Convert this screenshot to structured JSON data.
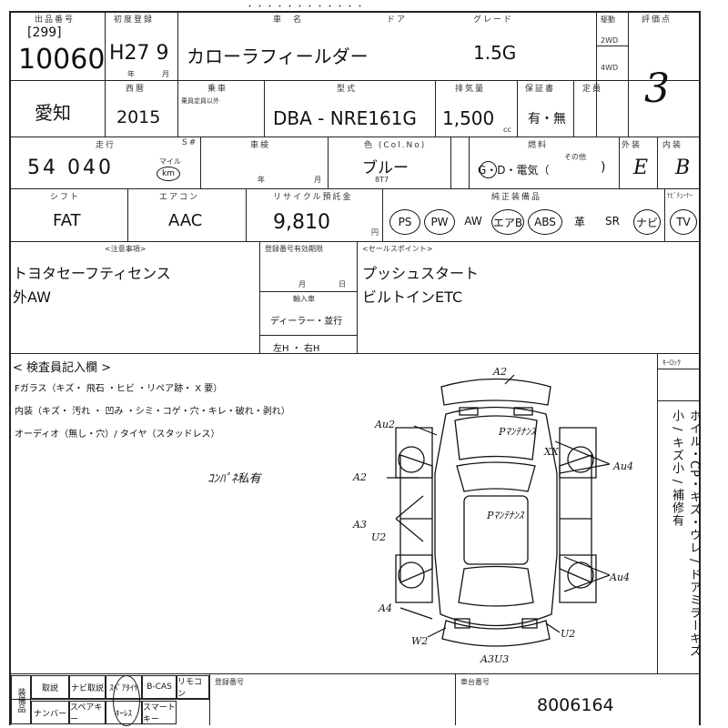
{
  "header": {
    "title_fragment": "・・・・・・・・・・・・"
  },
  "labels": {
    "exhibit_no": "出品番号",
    "first_reg": "初度登録",
    "car_name": "車　名",
    "doors": "ドア",
    "grade": "グレード",
    "drive": "駆動",
    "drive_2wd": "2WD",
    "drive_4wd": "4WD",
    "score": "評価点",
    "prefecture": "",
    "model_year": "西暦",
    "seats": "乗車",
    "seats_sub": "乗員定員以外",
    "model_type": "型式",
    "displacement": "排気量",
    "warranty": "保証書",
    "capacity": "定員",
    "mileage": "走行",
    "mile_unit": "マイル",
    "km_unit": "km",
    "s_hash": "S#",
    "inspection": "車検",
    "year_suffix": "年",
    "month_suffix": "月",
    "color": "色 (Col.No)",
    "fuel": "燃料",
    "fuel_other": "その他",
    "exterior": "外装",
    "interior": "内装",
    "shift": "シフト",
    "aircon": "エアコン",
    "recycle": "リサイクル預託金",
    "recycle_unit": "円",
    "equipment": "純正装備品",
    "navi_tuner": "ﾅﾋﾞﾁｭｰﾅｰ",
    "notes": "<注意事項>",
    "record_date": "登録番号有効期限",
    "import": "輸入車",
    "sales_points": "<セールスポイント>",
    "inspector": "< 検査員記入欄 >",
    "glass_line": "Fガラス（キズ・ 飛石 ・ヒビ ・リペア跡・ X 要）",
    "interior_line": "内装（キズ・ 汚れ ・ 凹み ・シミ・コゲ・穴・キレ・破れ・剥れ）",
    "audio_line": "オーディオ（無し・穴）/ タイヤ（スタッドレス）",
    "key_lock": "ｷｰﾛｯｸ",
    "side_notes": "ホイル・CP・キズ・ウレ / ドアミラーキズ小 / キズ小 / 補修有",
    "bottom_labels": [
      "装備品",
      "取説",
      "ナビ取説",
      "ｽﾍﾟｱﾀｲﾔ",
      "B-CAS",
      "リモコン",
      "ナンバー",
      "スペアキー",
      "ｷｰﾚｽ",
      "スマートキー"
    ],
    "reg_no": "登録番号",
    "chassis_no": "車台番号"
  },
  "values": {
    "lot_prefix": "[299]",
    "lot_no": "10060",
    "first_reg": "H27 9",
    "car_name": "カローラフィールダー",
    "grade": "1.5G",
    "score": "3",
    "prefecture": "愛知",
    "model_year": "2015",
    "model_type": "DBA - NRE161G",
    "displacement": "1,500",
    "displacement_unit": "cc",
    "warranty": "有・無",
    "mileage": "54 040",
    "color": "ブルー",
    "color_no": "8T7",
    "fuel": "G・D・電気（",
    "exterior_grade": "E",
    "interior_grade": "B",
    "shift": "FAT",
    "aircon": "AAC",
    "recycle": "9,810",
    "import_dealer": "ディーラー・並行",
    "import_hand": "左H ・ 右H",
    "notes": [
      "トヨタセーフティセンス",
      "外AW"
    ],
    "sales_points": [
      "プッシュスタート",
      "ビルトインETC"
    ],
    "handwritten": "ｺﾝﾊﾟﾈ私有",
    "chassis_no": "8006164"
  },
  "equipment": [
    "PS",
    "PW",
    "AW",
    "エアB",
    "ABS",
    "革",
    "SR",
    "ナビ",
    "TV"
  ],
  "equipment_circled": [
    true,
    true,
    false,
    true,
    true,
    false,
    false,
    true,
    true
  ],
  "diagram_marks": [
    "A2",
    "Au2",
    "Pﾏﾝﾃﾅﾝｽ",
    "XX",
    "Au4",
    "A2",
    "A3",
    "U2",
    "Pﾏﾝﾃﾅﾝｽ",
    "Au4",
    "A4",
    "W2",
    "U2",
    "A3U3"
  ],
  "colors": {
    "ink": "#111111"
  }
}
